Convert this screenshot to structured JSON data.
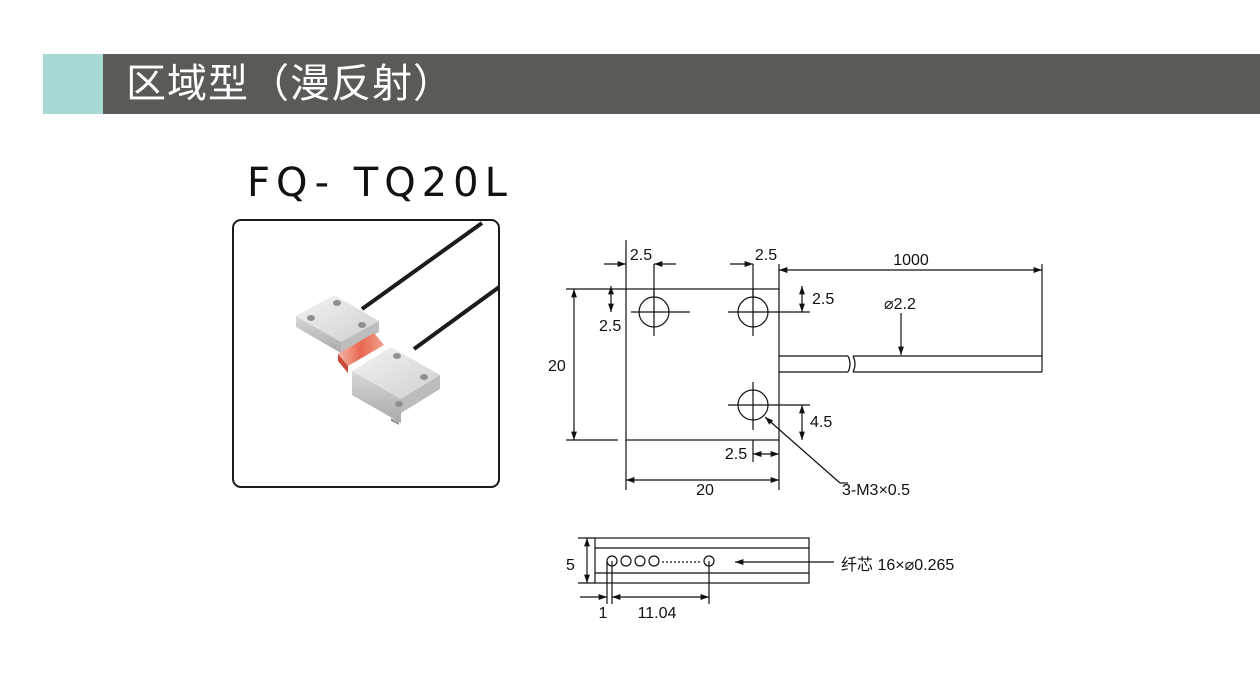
{
  "header": {
    "title": "区域型（漫反射）",
    "accent_color": "#a6d9d3",
    "bar_color": "#5b5a57"
  },
  "product": {
    "model": "FQ- TQ20L",
    "photo_icon": "fiber-sensor-head-photo"
  },
  "drawing_top": {
    "dim_hole_left_x": "2.5",
    "dim_hole_right_x": "2.5",
    "dim_cable_length": "1000",
    "dim_hole_top_right_y": "2.5",
    "dim_hole_top_left_y": "2.5",
    "dim_cable_dia": "⌀2.2",
    "dim_height": "20",
    "dim_hole_bottom_y": "4.5",
    "dim_hole_bottom_x": "2.5",
    "dim_width": "20",
    "hole_note": "3-M3×0.5"
  },
  "drawing_side": {
    "dim_thickness": "5",
    "dim_first_core": "1",
    "dim_core_span": "11.04",
    "core_note": "纤芯 16×⌀0.265"
  }
}
